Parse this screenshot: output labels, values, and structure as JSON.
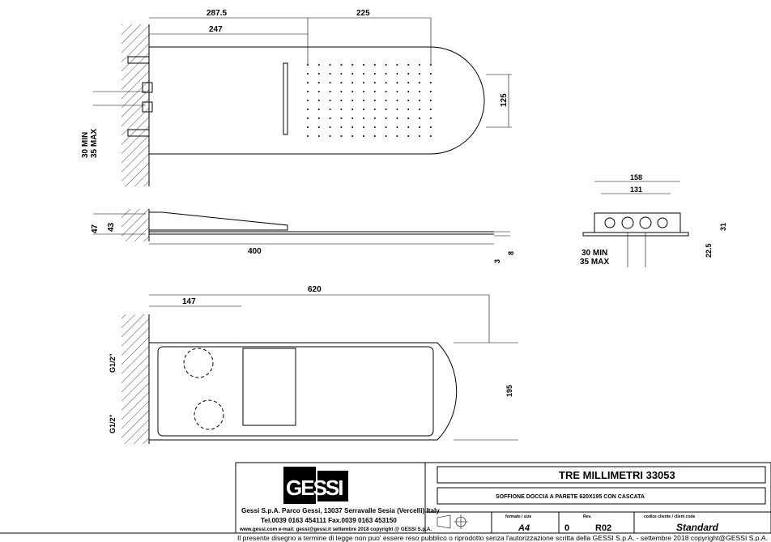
{
  "dims": {
    "top_2875": "287.5",
    "top_225": "225",
    "top_247": "247",
    "top_125": "125",
    "top_30min": "30  MIN",
    "top_35max": "35  MAX",
    "side_47": "47",
    "side_43": "43",
    "side_400": "400",
    "side_3": "3",
    "side_8": "8",
    "end_158": "158",
    "end_131": "131",
    "end_31": "31",
    "end_225": "22.5",
    "end_30min": "30  MIN",
    "end_35max": "35  MAX",
    "plan_620": "620",
    "plan_147": "147",
    "plan_195": "195",
    "plan_g1": "G1/2\"",
    "plan_g2": "G1/2\""
  },
  "title_block": {
    "logo": "GESSI",
    "address": "Gessi S.p.A. Parco Gessi, 13037 Serravalle Sesia (Vercelli) Italy",
    "phone": "Tel.0039  0163  454111  Fax.0039  0163  453150",
    "web": "www.gessi.com  e-mail: gessi@gessi.it  settembre  2018  copyright @ GESSI  S.p.A.",
    "product": "TRE MILLIMETRI  33053",
    "description": "SOFFIONE DOCCIA A PARETE 620X195 CON CASCATA",
    "size_label": "formato / size",
    "size": "A4",
    "rev_label": "Rev.",
    "rev_num": "0",
    "rev": "R02",
    "code_label": "codice cliente / client code",
    "code": "Standard",
    "legal": "Il presente disegno a termine di legge non puo' essere reso pubblico o riprodotto senza l'autorizzazione scritta della GESSI S.p.A. - settembre 2018  copyright@GESSI S.p.A."
  }
}
